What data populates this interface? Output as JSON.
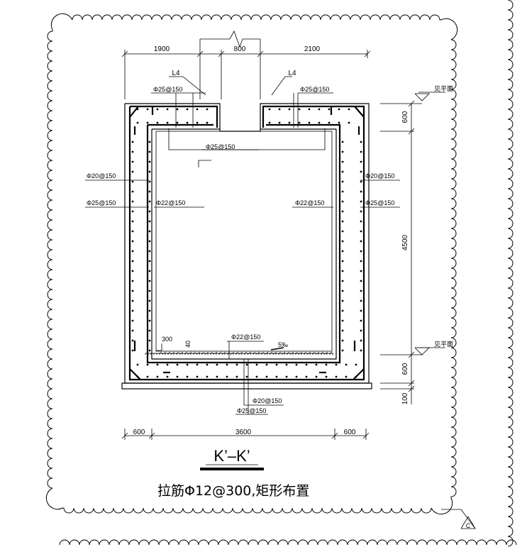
{
  "drawing": {
    "section_title": "K’–K’",
    "note": "拉筋Φ12@300,矩形布置",
    "revision_mark": "C",
    "top_dims": [
      "1900",
      "800",
      "2100"
    ],
    "bottom_dims": [
      "600",
      "3600",
      "600"
    ],
    "right_dims": [
      "600",
      "4500",
      "600",
      "100"
    ],
    "leader_labels": {
      "l4_left": "L4",
      "l4_right": "L4",
      "top_bar_left": "Φ25@150",
      "top_bar_right": "Φ25@150",
      "roof_inner": "Φ25@150",
      "wall_left_a": "Φ20@150",
      "wall_left_b": "Φ25@150",
      "wall_left_inner": "Φ22@150",
      "wall_right_a": "Φ20@150",
      "wall_right_b": "Φ25@150",
      "wall_right_inner": "Φ22@150",
      "floor_top": "Φ22@150",
      "floor_bot_a": "Φ20@150",
      "floor_bot_b": "Φ25@150",
      "dim_300": "300",
      "dim_40": "40",
      "slope": "5‰"
    },
    "level_labels": [
      "见平面",
      "见平面"
    ]
  }
}
